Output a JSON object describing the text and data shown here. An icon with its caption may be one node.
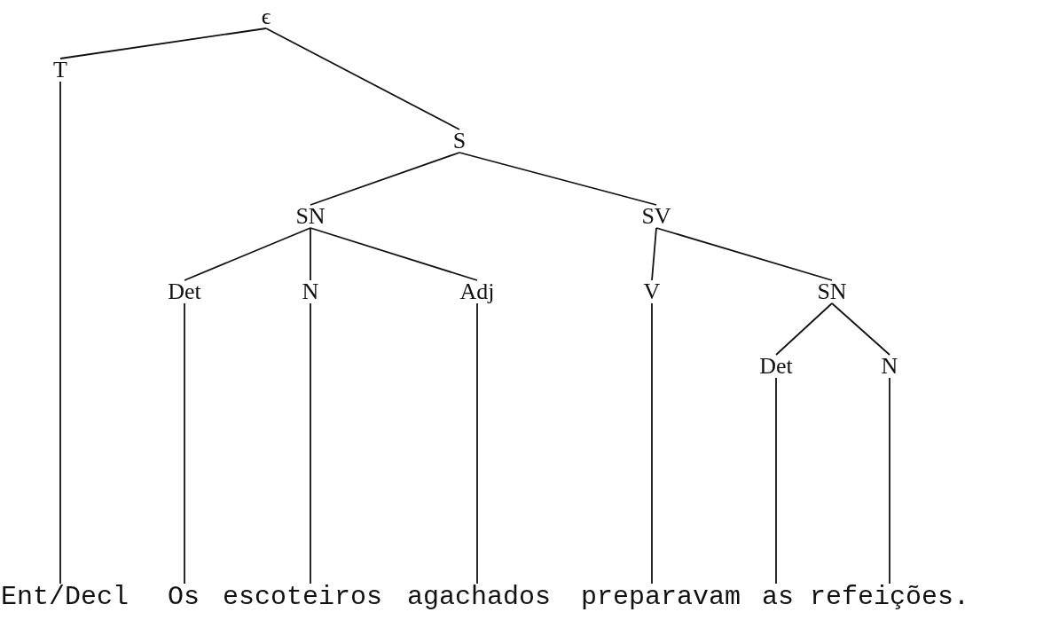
{
  "diagram": {
    "nodes": [
      {
        "text": [
          "ϵ"
        ]
      },
      {
        "text": [
          "T"
        ]
      },
      {
        "text": [
          "S"
        ]
      },
      {
        "text": [
          "SN"
        ]
      },
      {
        "text": [
          "SV"
        ]
      },
      {
        "text": [
          "Det"
        ]
      },
      {
        "text": [
          "N"
        ]
      },
      {
        "text": [
          "Adj"
        ]
      },
      {
        "text": [
          "V"
        ]
      },
      {
        "text": [
          "SN"
        ]
      },
      {
        "text": [
          "Det"
        ]
      },
      {
        "text": [
          "N"
        ]
      },
      {
        "text": [
          "Ent/Decl"
        ]
      },
      {
        "text": [
          "Os"
        ]
      },
      {
        "text": [
          "escoteiros"
        ]
      },
      {
        "text": [
          "agachados"
        ]
      },
      {
        "text": [
          "preparavam"
        ]
      },
      {
        "text": [
          "as"
        ]
      },
      {
        "text": [
          "refeições."
        ]
      }
    ],
    "edges": [
      {
        "from": 0,
        "to": 1,
        "arrow": "none"
      },
      {
        "from": 0,
        "to": 2,
        "arrow": "none"
      },
      {
        "from": 2,
        "to": 3,
        "arrow": "none"
      },
      {
        "from": 2,
        "to": 4,
        "arrow": "none"
      },
      {
        "from": 3,
        "to": 5,
        "arrow": "none"
      },
      {
        "from": 3,
        "to": 6,
        "arrow": "none"
      },
      {
        "from": 3,
        "to": 7,
        "arrow": "none"
      },
      {
        "from": 4,
        "to": 8,
        "arrow": "none"
      },
      {
        "from": 4,
        "to": 9,
        "arrow": "none"
      },
      {
        "from": 9,
        "to": 10,
        "arrow": "none"
      },
      {
        "from": 9,
        "to": 11,
        "arrow": "none"
      },
      {
        "from": 1,
        "to": 12,
        "arrow": "none"
      },
      {
        "from": 5,
        "to": 13,
        "arrow": "none"
      },
      {
        "from": 6,
        "to": 14,
        "arrow": "none"
      },
      {
        "from": 7,
        "to": 15,
        "arrow": "none"
      },
      {
        "from": 8,
        "to": 16,
        "arrow": "none"
      },
      {
        "from": 10,
        "to": 17,
        "arrow": "none"
      },
      {
        "from": 11,
        "to": 18,
        "arrow": "none"
      }
    ]
  }
}
